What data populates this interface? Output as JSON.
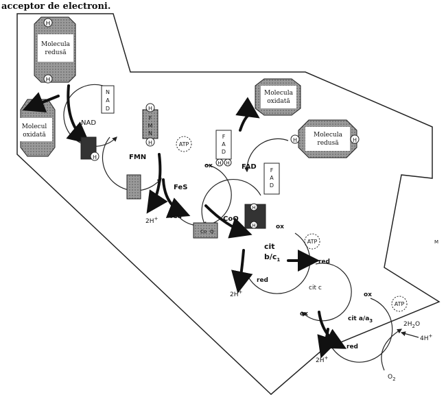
{
  "heading": "acceptor de electroni.",
  "molecules": {
    "reduced_top": "Molecula\nredusă",
    "oxidized_left": "Molecul\noxidată",
    "oxidized_top_right": "Molecula\noxidată",
    "reduced_right": "Molecula\nredusă"
  },
  "h": "H",
  "carriers": {
    "nad": "NAD",
    "fmn": "FMN",
    "fes": "FeS",
    "fad": "FAD",
    "coq": "CoQ",
    "cit_bc1_line1": "cit",
    "cit_bc1_line2": "b/c",
    "cit_bc1_sub": "1",
    "cit_c": "cit c",
    "cit_aa3": "cit a/a",
    "cit_aa3_sub": "3"
  },
  "states": {
    "ox": "ox",
    "red": "red"
  },
  "atp": "ATP",
  "protons": {
    "two_h": "2H",
    "four_h": "4H",
    "plus": "+"
  },
  "water": {
    "h2o_a": "2H",
    "h2o_sub": "2",
    "h2o_b": "O"
  },
  "oxygen": {
    "o": "O",
    "sub": "2"
  },
  "fad_letters": [
    "F",
    "A",
    "D"
  ],
  "fmn_letters": [
    "F",
    "M",
    "N"
  ],
  "nad_letters": [
    "N",
    "A",
    "D"
  ],
  "co_letters": [
    "Co",
    "Q"
  ]
}
